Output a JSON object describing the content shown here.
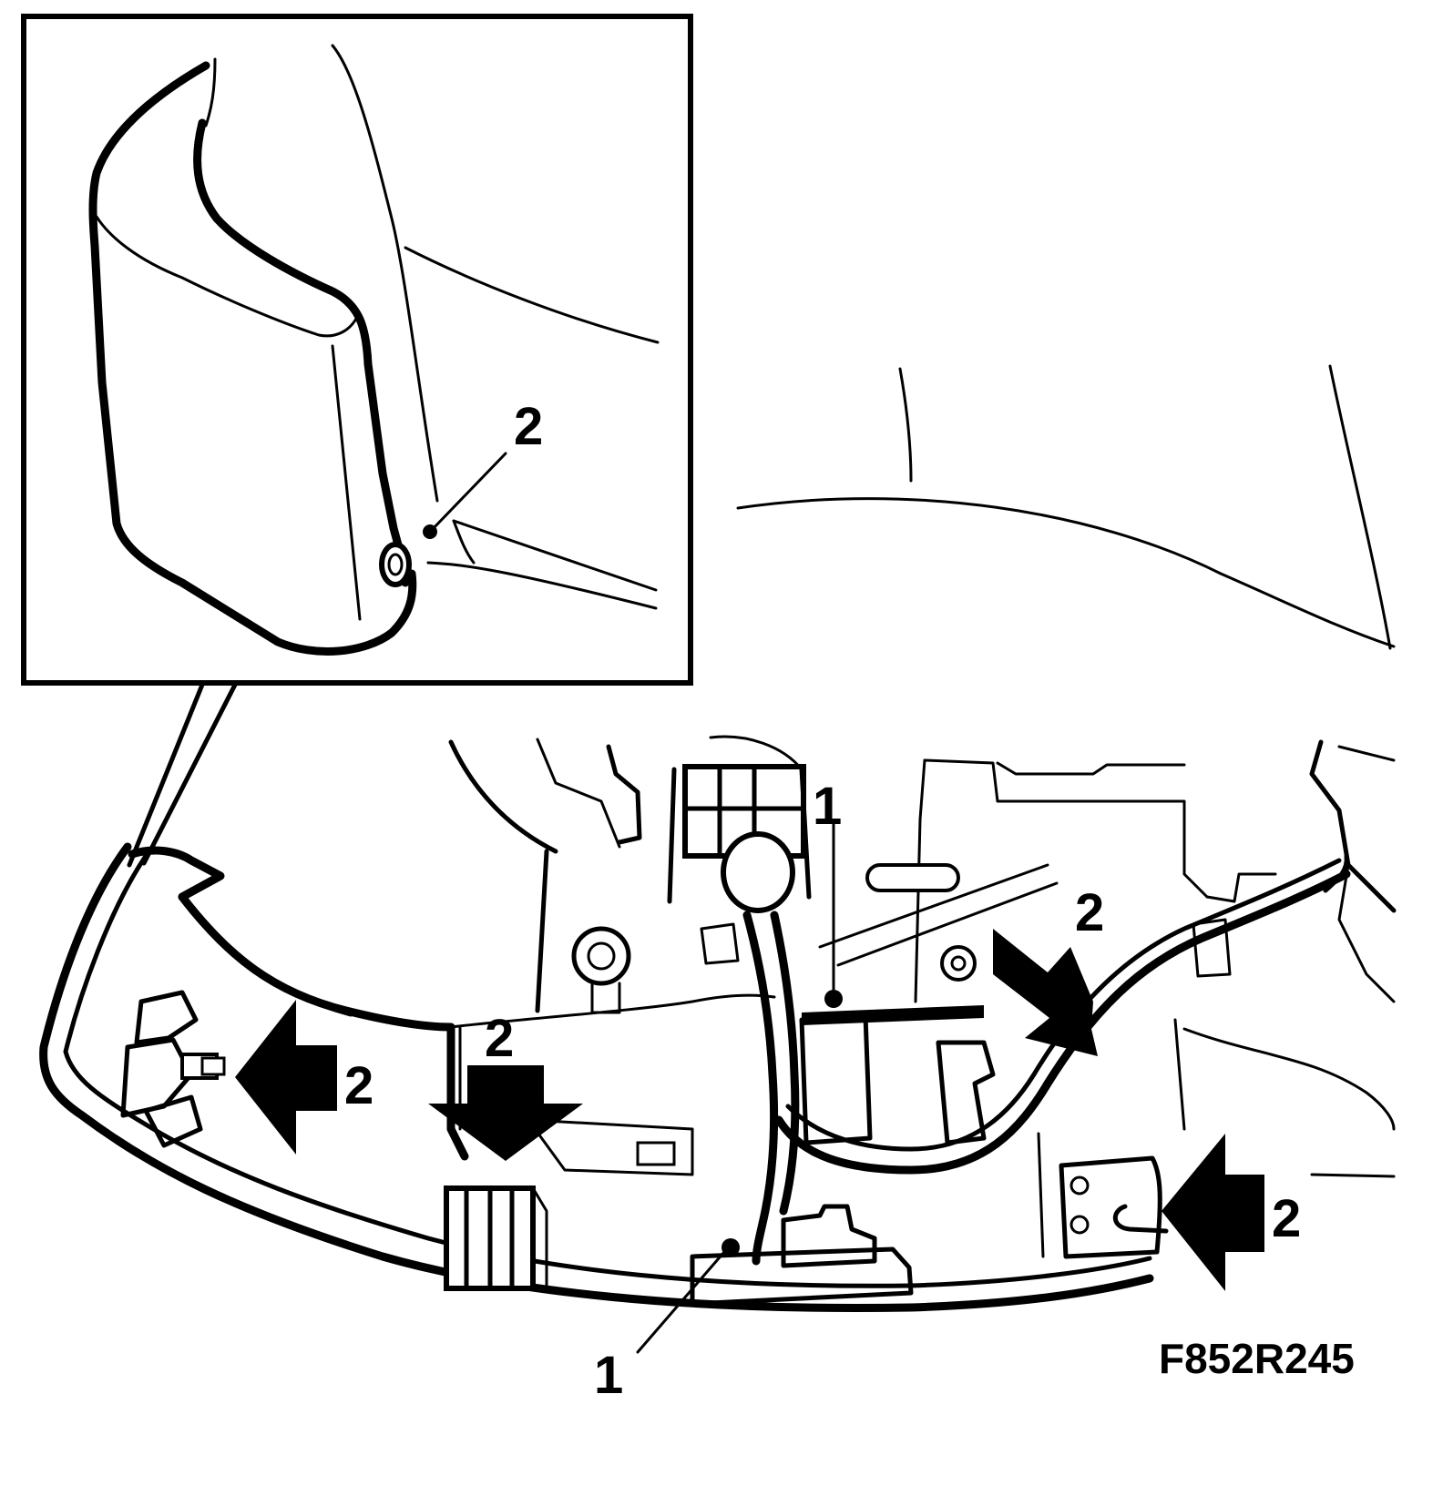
{
  "figure_code": "F852R245",
  "callouts": {
    "inset_2": "2",
    "label_1_top": "1",
    "label_1_bottom": "1",
    "arrow_left_2": "2",
    "arrow_down_2": "2",
    "arrow_diag_2": "2",
    "arrow_right_2": "2"
  },
  "colors": {
    "line": "#000000",
    "background": "#ffffff"
  }
}
